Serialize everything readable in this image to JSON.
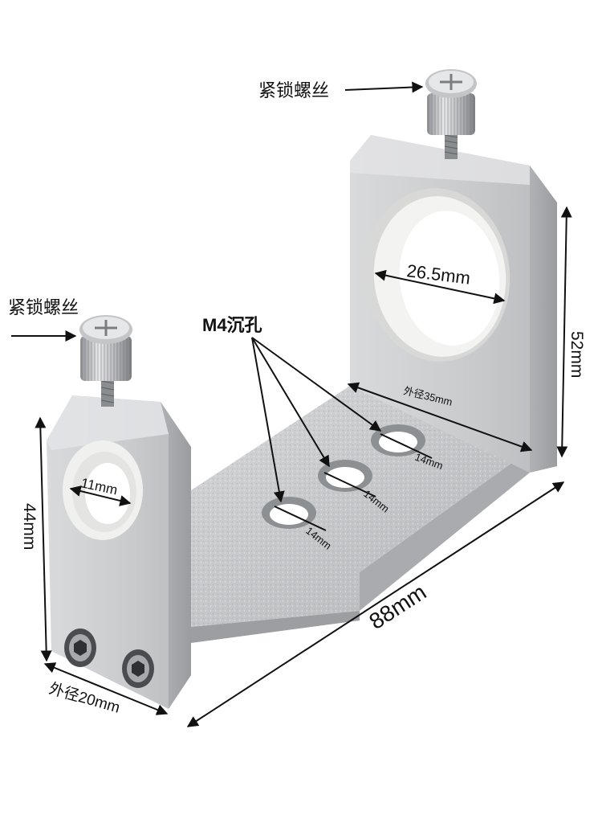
{
  "labels": {
    "lock_screw_top": "紧锁螺丝",
    "lock_screw_left": "紧锁螺丝",
    "hole_large": "26.5mm",
    "hole_small": "11mm",
    "countersink": "M4沉孔",
    "spacing_1": "14mm",
    "spacing_2": "14mm",
    "spacing_3": "14mm",
    "outer_large": "外径35mm",
    "outer_small": "外径20mm",
    "height_tall": "52mm",
    "height_short": "44mm",
    "length": "88mm"
  },
  "colors": {
    "background": "#ffffff",
    "aluminum": "#c8c9cb",
    "aluminum_light": "#e2e3e5",
    "aluminum_dark": "#a3a5a8",
    "sleeve": "#f3f3f1",
    "annotation": "#111111"
  }
}
